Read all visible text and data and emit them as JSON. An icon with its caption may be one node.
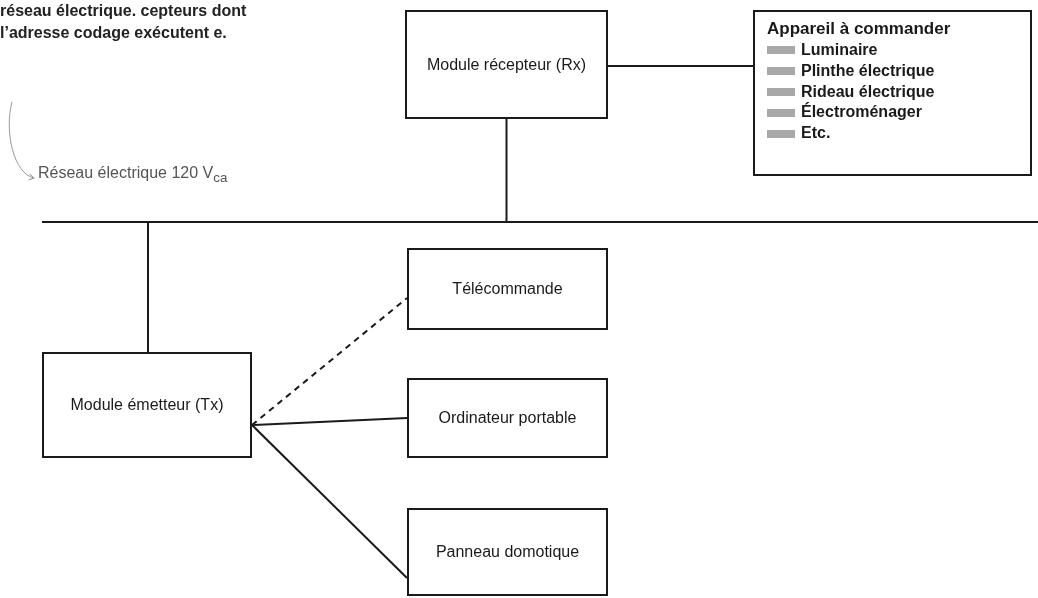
{
  "diagram": {
    "nodes": [
      {
        "text": [
          "réseau électrique. cepteurs dont l’adresse codage exécutent e."
        ]
      },
      {
        "text": [
          "Réseau électrique 120 V$_{ca}$"
        ]
      },
      {
        "text": [],
        "shape": "bar"
      },
      {
        "text": [
          "Module récepteur (Rx)"
        ]
      },
      {
        "text": [
          "Appareil à commander",
          "Luminaire",
          "Plinthe électrique",
          "Rideau électrique",
          "Électroménager",
          "Etc."
        ]
      },
      {
        "text": [
          "Module émetteur (Tx)"
        ]
      },
      {
        "text": [
          "Télécommande"
        ]
      },
      {
        "text": [
          "Ordinateur portable"
        ]
      },
      {
        "text": [
          "Panneau domotique"
        ]
      }
    ],
    "edges": [
      {
        "from": 0,
        "to": 1,
        "arrow": "to",
        "color": "#9a9a9a"
      },
      {
        "from": 3,
        "to": 4,
        "arrow": "none"
      },
      {
        "from": 3,
        "to": 2,
        "arrow": "none"
      },
      {
        "from": 5,
        "to": 2,
        "arrow": "none"
      },
      {
        "from": 5,
        "to": 6,
        "arrow": "none",
        "style": "dashed"
      },
      {
        "from": 5,
        "to": 7,
        "arrow": "none"
      },
      {
        "from": 5,
        "to": 8,
        "arrow": "none"
      }
    ]
  }
}
